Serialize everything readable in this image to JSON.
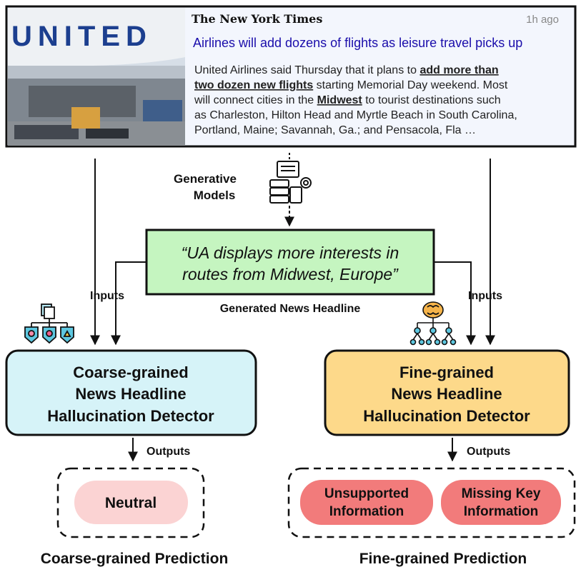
{
  "article": {
    "source": "The New York Times",
    "time": "1h ago",
    "photo_text": "UNITED",
    "headline": "Airlines will add dozens of flights as leisure travel picks up",
    "body_1": "United Airlines said Thursday that it plans to ",
    "body_1b": "add more than",
    "body_2a": "two dozen new flights",
    "body_2b": " starting Memorial Day weekend. Most",
    "body_3a": "will connect cities in the ",
    "body_3b": "Midwest",
    "body_3c": " to tourist destinations such",
    "body_4": "as Charleston, Hilton Head and Myrtle Beach in South Carolina,",
    "body_5": "Portland, Maine; Savannah, Ga.; and Pensacola, Fla …"
  },
  "generator": {
    "line1": "Generative",
    "line2": "Models"
  },
  "headline_box": {
    "line1": "“UA displays more interests in",
    "line2": "routes from Midwest, Europe”",
    "caption": "Generated News Headline"
  },
  "inputs_left": "Inputs",
  "inputs_right": "Inputs",
  "coarse": {
    "line1": "Coarse-grained",
    "line2": "News Headline",
    "line3": "Hallucination Detector",
    "outputs": "Outputs",
    "pred": "Neutral",
    "caption": "Coarse-grained Prediction"
  },
  "fine": {
    "line1": "Fine-grained",
    "line2": "News Headline",
    "line3": "Hallucination Detector",
    "outputs": "Outputs",
    "pred1_l1": "Unsupported",
    "pred1_l2": "Information",
    "pred2_l1": "Missing Key",
    "pred2_l2": "Information",
    "caption": "Fine-grained Prediction"
  },
  "colors": {
    "coarse_fill": "#d6f3f8",
    "fine_fill": "#fdd98a",
    "headline_fill": "#c5f5c0",
    "neutral_fill": "#fbd3d3",
    "error_fill": "#f27b7b",
    "article_bg": "#f3f6fd"
  }
}
